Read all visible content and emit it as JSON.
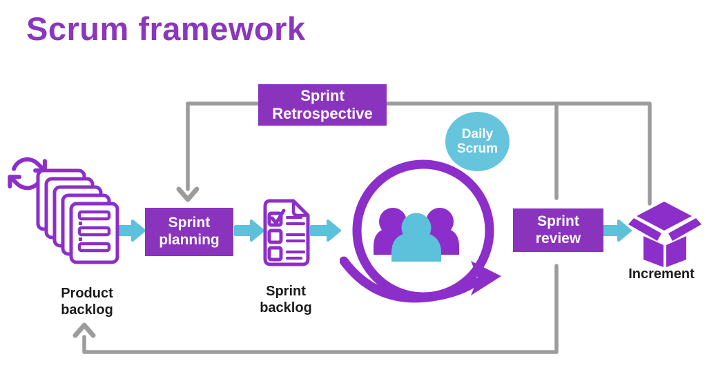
{
  "title": "Scrum framework",
  "boxes": {
    "sprint_retrospective": {
      "line1": "Sprint",
      "line2": "Retrospective"
    },
    "sprint_planning": {
      "line1": "Sprint",
      "line2": "planning"
    },
    "sprint_review": {
      "line1": "Sprint",
      "line2": "review"
    }
  },
  "badge": {
    "line1": "Daily",
    "line2": "Scrum"
  },
  "labels": {
    "product_backlog": {
      "line1": "Product",
      "line2": "backlog"
    },
    "sprint_backlog": {
      "line1": "Sprint",
      "line2": "backlog"
    },
    "increment": "Increment"
  },
  "colors": {
    "title_purple": "#8A36BD",
    "box_purple": "#8A34BE",
    "icon_purple": "#8C2EC9",
    "arrow_cyan": "#5CC1DB",
    "badge_cyan": "#66C5DD",
    "connector_gray": "#9C9C9C",
    "label_black": "#1B1B1B",
    "background": "#FFFFFF"
  },
  "icons": {
    "product_backlog": "document-stack-icon with cycle-icon",
    "sprint_backlog": "checklist-document-icon",
    "daily_scrum_loop": "team-icon inside circular-arrow-icon",
    "increment": "open-box-icon",
    "flow": "fat-arrow-icon",
    "connectors": "elbow-line-with-chevron-arrow"
  }
}
